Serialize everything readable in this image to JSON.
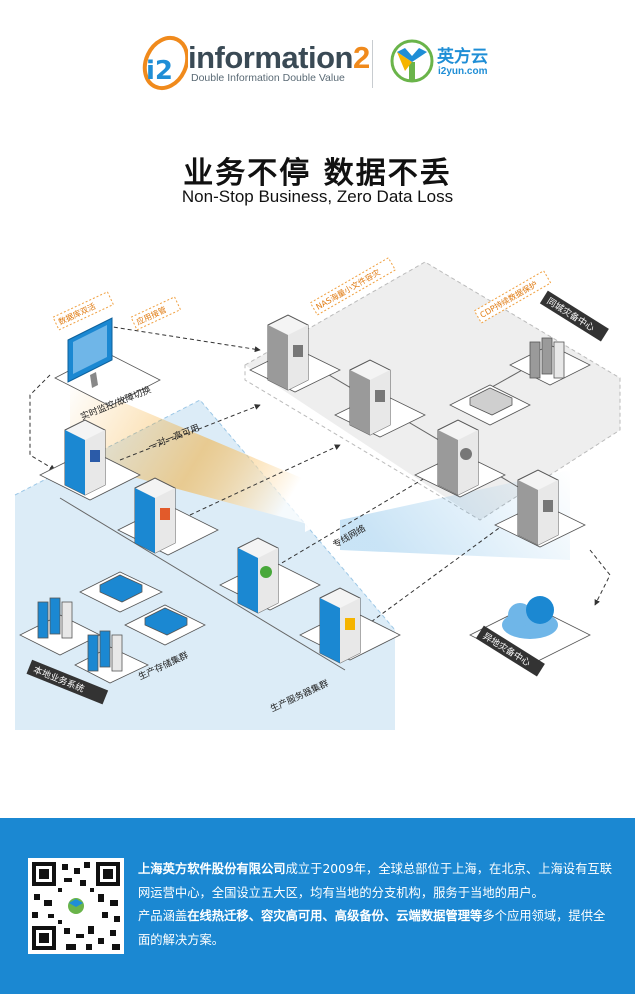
{
  "header": {
    "brand_mark": "i2",
    "brand_name": "information",
    "brand_name_suffix": "2",
    "tagline": "Double Information Double Value",
    "partner_name": "英方云",
    "partner_url": "i2yun.com"
  },
  "title": {
    "zh": "业务不停  数据不丢",
    "en": "Non-Stop Business, Zero Data Loss"
  },
  "diagram": {
    "labels": {
      "monitor_tag": "数据库双活",
      "app_tag": "应用接管",
      "monitor_caption": "实时监控/故障切换",
      "ha_caption": "一对一高可用",
      "nas_tag": "NAS海量小文件容灾",
      "cdp_tag": "CDP持续数据保护",
      "sync_center": "同城灾备中心",
      "link": "专线网络",
      "local_system": "本地业务系统",
      "storage_cluster": "生产存储集群",
      "server_cluster": "生产服务器集群",
      "remote_center": "异地灾备中心"
    }
  },
  "footer": {
    "company": "上海英方软件股份有限公司",
    "p1": "成立于2009年，全球总部位于上海，在北京、上海设有互联网运营中心，全国设立五大区，均有当地的分支机构，服务于当地的用户。",
    "p2a": "产品涵盖",
    "p2b": "在线热迁移、容灾高可用、高级备份、云端数据管理等",
    "p2c": "多个应用领域，提供全面的解决方案。"
  },
  "colors": {
    "brand_blue": "#1b88d2",
    "accent_orange": "#f08a1c",
    "local_zone": "#d6e9f6",
    "dr_zone": "#eeeeee"
  }
}
